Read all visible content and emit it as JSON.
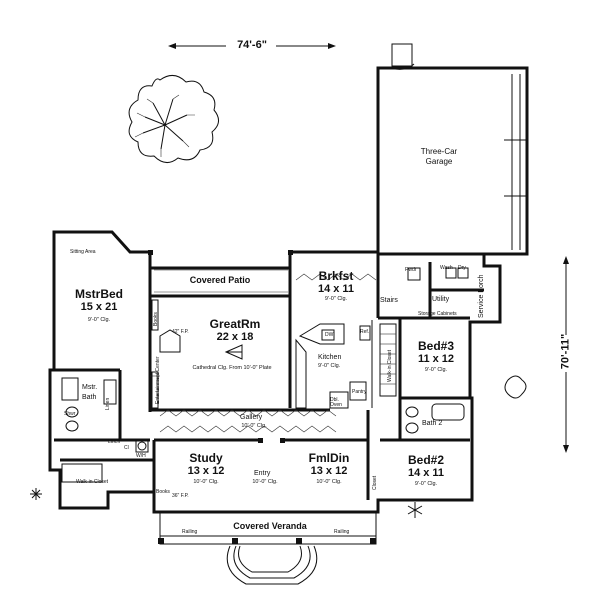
{
  "dimensions": {
    "width": "74'-6\"",
    "depth": "70'-11\""
  },
  "rooms": {
    "mstr_bed": {
      "name": "MstrBed",
      "size": "15 x 21",
      "ceiling": "9'-0\" Clg."
    },
    "sitting_area": "Sitting Area",
    "covered_patio": "Covered Patio",
    "great_rm": {
      "name": "GreatRm",
      "size": "22 x 18",
      "fireplace": "42\" F.P.",
      "ceiling_note": "Cathedral Clg. From 10'-0\" Plate"
    },
    "brkfst": {
      "name": "Brkfst",
      "size": "14 x 11",
      "ceiling": "9'-0\" Clg."
    },
    "kitchen": {
      "name": "Kitchen",
      "ceiling": "9'-0\" Clg.",
      "dw": "DW",
      "ref": "Ref.",
      "pantry": "Pantry",
      "dbl_oven": "Dbl. Oven"
    },
    "garage": {
      "name": "Three-Car",
      "name2": "Garage"
    },
    "pwdr": "Pwdr",
    "wash": "Wash",
    "dry": "Dry",
    "utility": "Utility",
    "service_porch": "Service Porch",
    "storage_cabinets": "Storage Cabinets",
    "stairs": "Stairs",
    "bed3": {
      "name": "Bed#3",
      "size": "11 x 12",
      "ceiling": "9'-0\" Clg."
    },
    "bath2": "Bath 2",
    "bed2": {
      "name": "Bed#2",
      "size": "14 x 11",
      "ceiling": "9'-0\" Clg."
    },
    "walk_in_closet_bed3": "Walk-in Closet",
    "closet": "Closet",
    "mstr_bath": {
      "name": "Mstr.",
      "name2": "Bath"
    },
    "shwr": "Shwr",
    "linen": "Linen",
    "linen2": "Linen",
    "walk_in_closet": "Walk-in Closet",
    "entertainment": "Entertainment Center",
    "books": "Books",
    "books2": "Books",
    "gallery": {
      "name": "Gallery",
      "ceiling": "10'-0\" Clg."
    },
    "study": {
      "name": "Study",
      "size": "13 x 12",
      "ceiling": "10'-0\" Clg.",
      "fireplace": "36\" F.P."
    },
    "entry": {
      "name": "Entry",
      "ceiling": "10'-0\" Clg."
    },
    "fmldin": {
      "name": "FmlDin",
      "size": "13 x 12",
      "ceiling": "10'-0\" Clg."
    },
    "covered_veranda": "Covered Veranda",
    "railing_left": "Railing",
    "railing_right": "Railing",
    "cl": "Cl",
    "wh": "W/H"
  }
}
